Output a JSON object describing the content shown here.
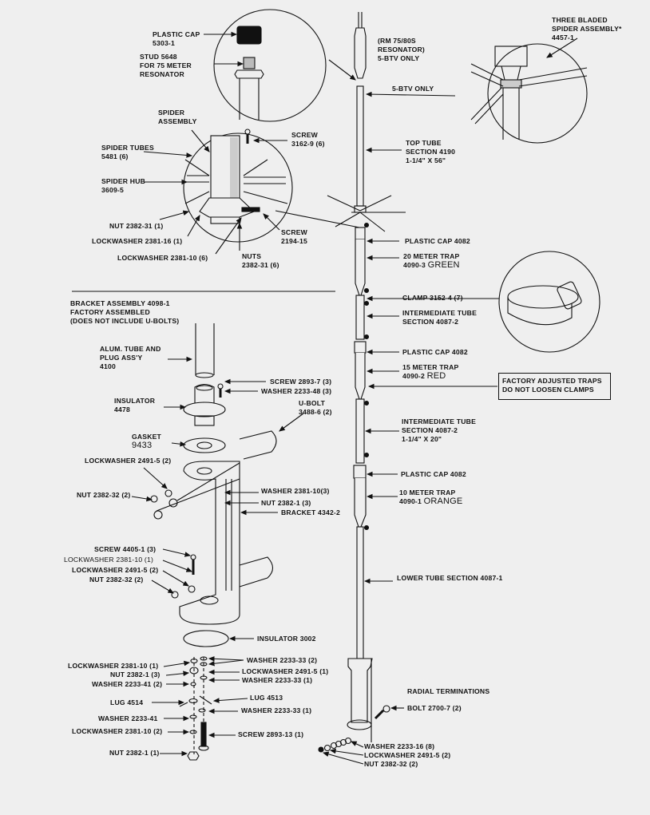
{
  "top_detail": {
    "plastic_cap": [
      "PLASTIC CAP",
      "5303-1"
    ],
    "stud": [
      "STUD 5648",
      "FOR 75 METER",
      "RESONATOR"
    ]
  },
  "spider_detail": {
    "spider_assembly": [
      "SPIDER",
      "ASSEMBLY"
    ],
    "screw_top": [
      "SCREW",
      "3162-9 (6)"
    ],
    "spider_tubes": [
      "SPIDER TUBES",
      "5481 (6)"
    ],
    "spider_hub": [
      "SPIDER HUB",
      "3609-5"
    ],
    "nut": "NUT 2382-31 (1)",
    "lockwasher_16": "LOCKWASHER 2381-16 (1)",
    "lockwasher_10": "LOCKWASHER 2381-10 (6)",
    "screw_side": [
      "SCREW",
      "2194-15"
    ],
    "nuts": [
      "NUTS",
      "2382-31 (6)"
    ]
  },
  "antenna": {
    "resonator": [
      "(RM 75/80S",
      "RESONATOR)",
      "5-BTV ONLY"
    ],
    "btv_only": "5-BTV ONLY",
    "three_bladed": [
      "THREE BLADED",
      "SPIDER ASSEMBLY*",
      "4457-1"
    ],
    "top_tube": [
      "TOP TUBE",
      "SECTION 4190",
      "1-1/4\" X 56\""
    ],
    "plastic_cap_1": "PLASTIC CAP  4082",
    "trap_20": {
      "line1": "20 METER TRAP",
      "code": "4090-3",
      "color": "GREEN"
    },
    "clamp": "CLAMP 3152-4 (7)",
    "intermediate_1": [
      "INTERMEDIATE TUBE",
      "SECTION 4087-2"
    ],
    "plastic_cap_2": "PLASTIC CAP  4082",
    "trap_15": {
      "line1": "15 METER TRAP",
      "code": "4090-2",
      "color": "RED"
    },
    "warning": [
      "FACTORY ADJUSTED TRAPS",
      "DO NOT LOOSEN CLAMPS"
    ],
    "intermediate_2": [
      "INTERMEDIATE TUBE",
      "SECTION 4087-2",
      "1-1/4\" X 20\""
    ],
    "plastic_cap_3": "PLASTIC CAP  4082",
    "trap_10": {
      "line1": "10 METER TRAP",
      "code": "4090-1",
      "color": "ORANGE"
    },
    "lower_tube": "LOWER TUBE SECTION 4087-1",
    "radial_terminations": "RADIAL TERMINATIONS",
    "bolt": "BOLT 2700-7 (2)",
    "radial_washer": "WASHER 2233-16 (8)",
    "radial_lockwasher": "LOCKWASHER 2491-5 (2)",
    "radial_nut": "NUT 2382-32 (2)"
  },
  "bracket": {
    "title": [
      "BRACKET ASSEMBLY 4098-1",
      "FACTORY ASSEMBLED",
      "(DOES NOT INCLUDE U-BOLTS)"
    ],
    "alum_tube": [
      "ALUM. TUBE AND",
      "PLUG ASS'Y",
      "4100"
    ],
    "screw_2893_7": "SCREW 2893-7 (3)",
    "washer_2233_48": "WASHER 2233-48 (3)",
    "insulator_4478": [
      "INSULATOR",
      "4478"
    ],
    "ubolt": [
      "U-BOLT",
      "3488-6 (2)"
    ],
    "gasket": [
      "GASKET",
      "9433"
    ],
    "lockwasher_2491_5": "LOCKWASHER 2491-5 (2)",
    "nut_2382_32": "NUT 2382-32 (2)",
    "washer_2381_10": "WASHER 2381-10(3)",
    "nut_2382_1": "NUT 2382-1 (3)",
    "bracket_4342": "BRACKET 4342-2",
    "screw_4405": "SCREW 4405-1 (3)",
    "lockwasher_2381_10_a": "LOCKWASHER 2381-10 (1)",
    "lockwasher_2491_5_b": "LOCKWASHER 2491-5 (2)",
    "nut_2382_32_b": "NUT 2382-32 (2)",
    "insulator_3002": "INSULATOR  3002",
    "washer_2233_33_2": "WASHER 2233-33 (2)",
    "lockwasher_2491_5_1": "LOCKWASHER 2491-5 (1)",
    "washer_2233_33_1a": "WASHER 2233-33 (1)",
    "lockwasher_2381_10_1": "LOCKWASHER 2381-10 (1)",
    "nut_2382_1_3": "NUT 2382-1 (3)",
    "washer_2233_41_2": "WASHER 2233-41 (2)",
    "lug_4514": "LUG 4514",
    "lug_4513": "LUG 4513",
    "washer_2233_33_1b": "WASHER 2233-33 (1)",
    "washer_2233_41": "WASHER  2233-41",
    "screw_2893_13": "SCREW 2893-13 (1)",
    "lockwasher_2381_10_2": "LOCKWASHER 2381-10 (2)",
    "nut_2382_1_1": "NUT 2382-1 (1)"
  }
}
